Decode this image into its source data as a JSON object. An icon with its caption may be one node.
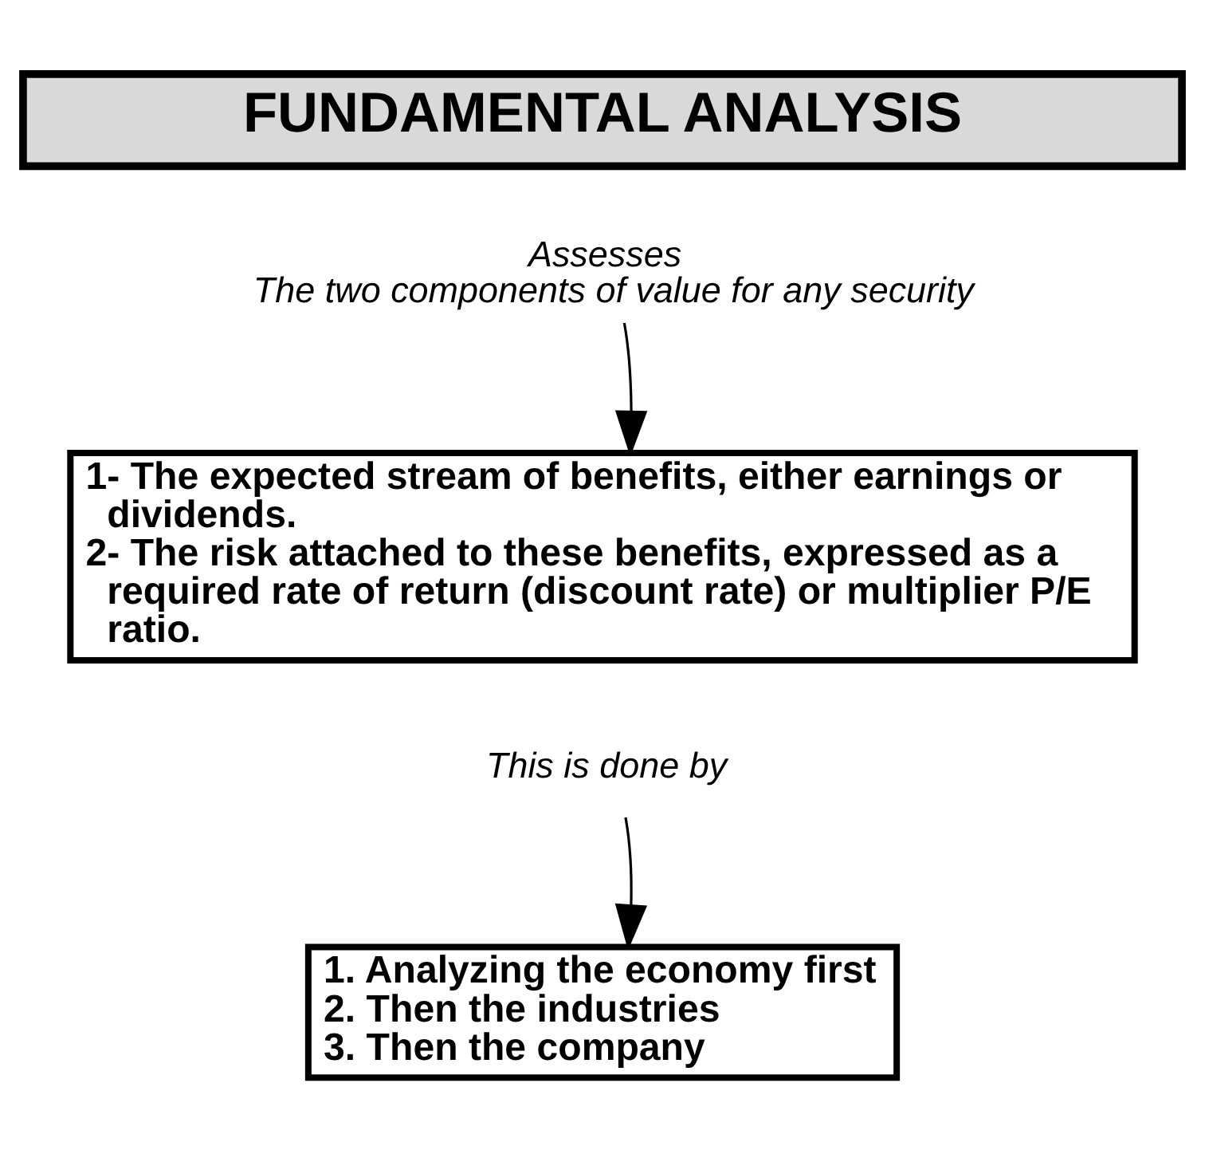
{
  "diagram": {
    "nodes": [
      {
        "text": [
          "FUNDAMENTAL ANALYSIS"
        ]
      },
      {
        "text": [
          "Assesses",
          "The two components of value for any security"
        ]
      },
      {
        "text": [
          "1- The expected stream of benefits, either earnings or dividends.",
          "2- The risk attached to these benefits, expressed as a required rate of return (discount rate) or multiplier P/E ratio."
        ]
      },
      {
        "text": [
          "This is done by"
        ]
      },
      {
        "text": [
          "1. Analyzing the economy first",
          "2. Then the industries",
          "3. Then the company"
        ]
      }
    ],
    "edges": [
      {
        "from": 1,
        "to": 2,
        "arrow": "to"
      },
      {
        "from": 3,
        "to": 4,
        "arrow": "to"
      }
    ]
  }
}
